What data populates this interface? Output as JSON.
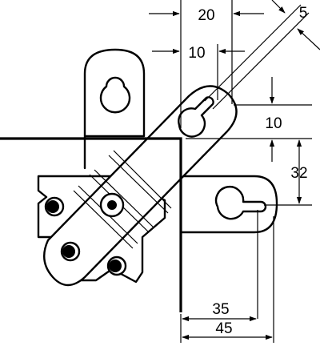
{
  "dimensions": {
    "top_width": "20",
    "diagonal_offset": "5",
    "keyhole_offset": "10",
    "vertical_gap": "10",
    "vertical_height": "32",
    "horizontal_35": "35",
    "horizontal_45": "45"
  }
}
